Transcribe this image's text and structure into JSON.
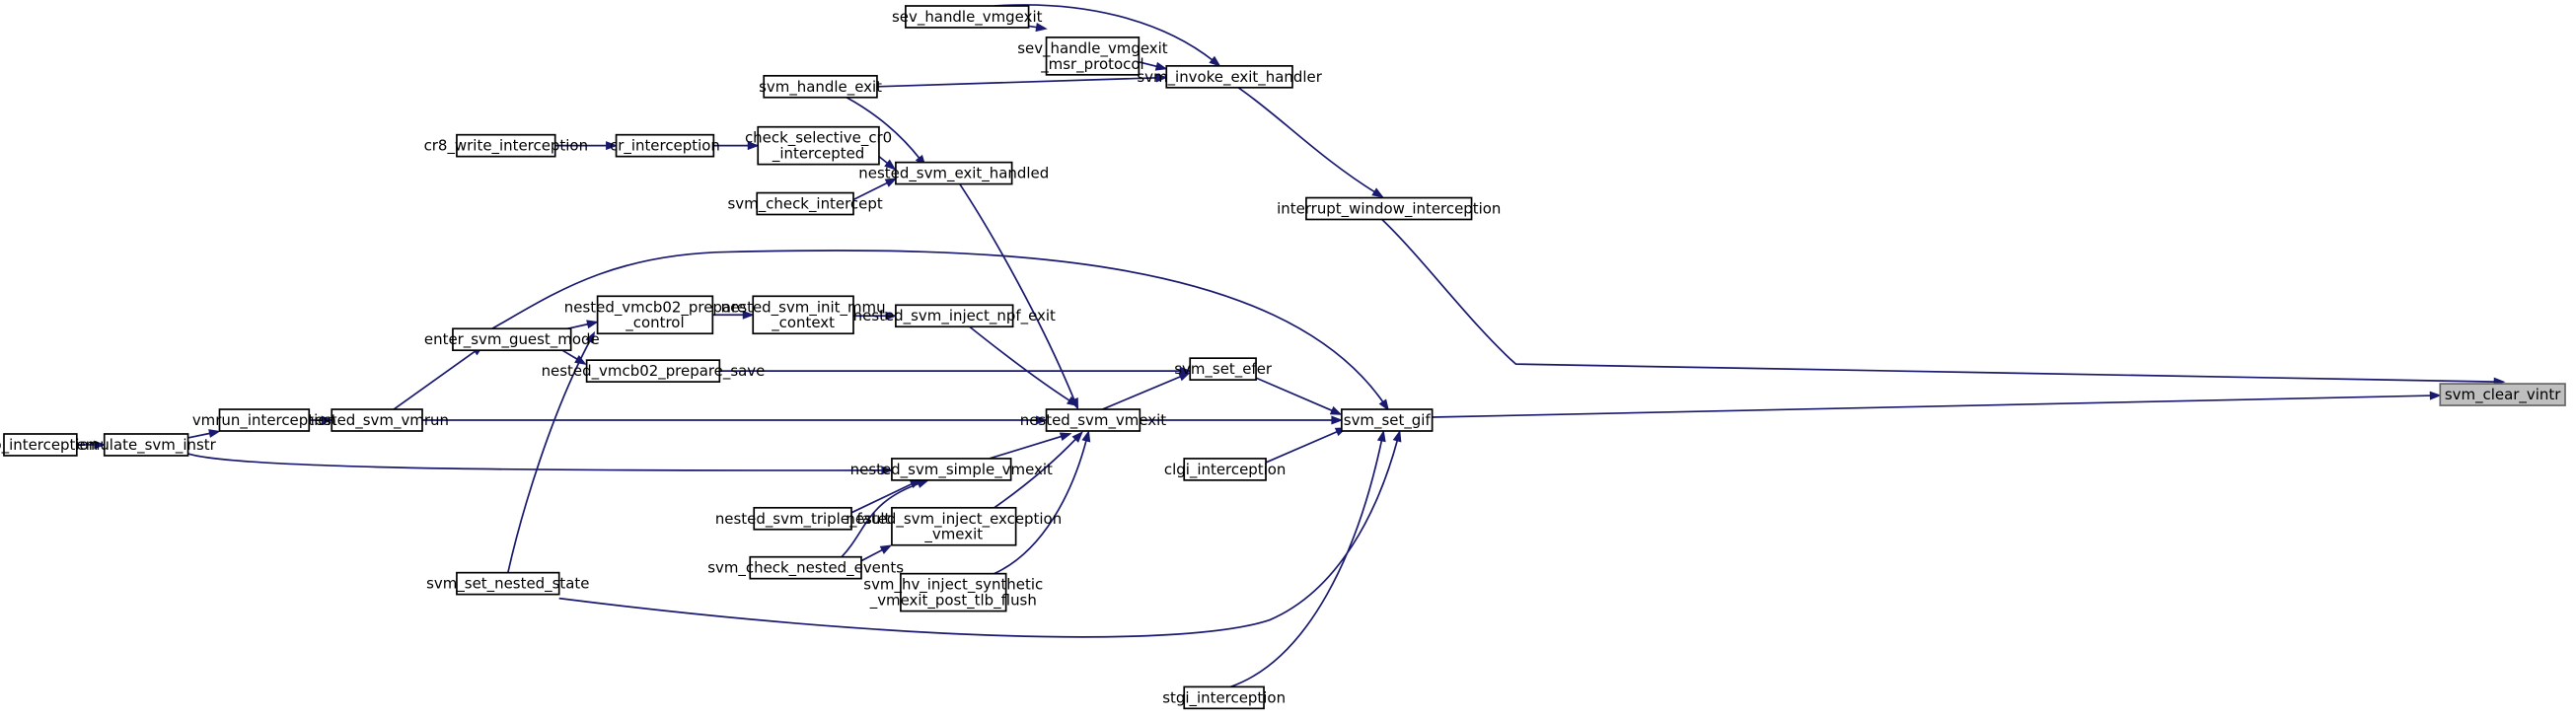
{
  "graph": {
    "nodes": [
      {
        "id": "svm_clear_vintr",
        "lines": [
          "svm_clear_vintr"
        ],
        "root": true
      },
      {
        "id": "svm_set_gif",
        "lines": [
          "svm_set_gif"
        ]
      },
      {
        "id": "interrupt_window_interception",
        "lines": [
          "interrupt_window_interception"
        ]
      },
      {
        "id": "svm_invoke_exit_handler",
        "lines": [
          "svm_invoke_exit_handler"
        ]
      },
      {
        "id": "sev_handle_vmgexit",
        "lines": [
          "sev_handle_vmgexit"
        ]
      },
      {
        "id": "sev_handle_vmgexit_msr_protocol",
        "lines": [
          "sev_handle_vmgexit",
          "_msr_protocol"
        ]
      },
      {
        "id": "svm_handle_exit",
        "lines": [
          "svm_handle_exit"
        ]
      },
      {
        "id": "nested_svm_exit_handled",
        "lines": [
          "nested_svm_exit_handled"
        ]
      },
      {
        "id": "check_selective_cr0_intercepted",
        "lines": [
          "check_selective_cr0",
          "_intercepted"
        ]
      },
      {
        "id": "cr_interception",
        "lines": [
          "cr_interception"
        ]
      },
      {
        "id": "cr8_write_interception",
        "lines": [
          "cr8_write_interception"
        ]
      },
      {
        "id": "svm_check_intercept",
        "lines": [
          "svm_check_intercept"
        ]
      },
      {
        "id": "nested_svm_vmexit",
        "lines": [
          "nested_svm_vmexit"
        ]
      },
      {
        "id": "nested_svm_inject_npf_exit",
        "lines": [
          "nested_svm_inject_npf_exit"
        ]
      },
      {
        "id": "nested_svm_init_mmu_context",
        "lines": [
          "nested_svm_init_mmu",
          "_context"
        ]
      },
      {
        "id": "nested_vmcb02_prepare_control",
        "lines": [
          "nested_vmcb02_prepare",
          "_control"
        ]
      },
      {
        "id": "enter_svm_guest_mode",
        "lines": [
          "enter_svm_guest_mode"
        ]
      },
      {
        "id": "nested_svm_vmrun",
        "lines": [
          "nested_svm_vmrun"
        ]
      },
      {
        "id": "vmrun_interception",
        "lines": [
          "vmrun_interception"
        ]
      },
      {
        "id": "emulate_svm_instr",
        "lines": [
          "emulate_svm_instr"
        ]
      },
      {
        "id": "gp_interception",
        "lines": [
          "gp_interception"
        ]
      },
      {
        "id": "svm_set_nested_state",
        "lines": [
          "svm_set_nested_state"
        ]
      },
      {
        "id": "nested_svm_simple_vmexit",
        "lines": [
          "nested_svm_simple_vmexit"
        ]
      },
      {
        "id": "nested_svm_triple_fault",
        "lines": [
          "nested_svm_triple_fault"
        ]
      },
      {
        "id": "svm_check_nested_events",
        "lines": [
          "svm_check_nested_events"
        ]
      },
      {
        "id": "nested_svm_inject_exception_vmexit",
        "lines": [
          "nested_svm_inject_exception",
          "_vmexit"
        ]
      },
      {
        "id": "svm_hv_inject_synthetic_vmexit_post_tlb_flush",
        "lines": [
          "svm_hv_inject_synthetic",
          "_vmexit_post_tlb_flush"
        ]
      },
      {
        "id": "svm_set_efer",
        "lines": [
          "svm_set_efer"
        ]
      },
      {
        "id": "nested_vmcb02_prepare_save",
        "lines": [
          "nested_vmcb02_prepare_save"
        ]
      },
      {
        "id": "clgi_interception",
        "lines": [
          "clgi_interception"
        ]
      },
      {
        "id": "stgi_interception",
        "lines": [
          "stgi_interception"
        ]
      }
    ]
  }
}
